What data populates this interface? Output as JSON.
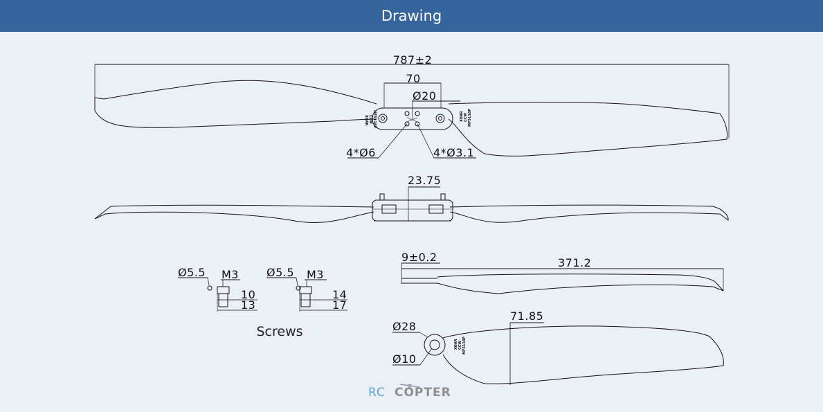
{
  "header": {
    "title": "Drawing"
  },
  "top_view": {
    "overall_length": "787±2",
    "hub_width": "70",
    "center_bore": "Ø20",
    "left_holes": "4*Ø6",
    "right_holes": "4*Ø3.1"
  },
  "side_view": {
    "hub_thickness": "23.75"
  },
  "screws": {
    "title": "Screws",
    "screw_a": {
      "head_dia": "Ø5.5",
      "thread": "M3",
      "thread_length": "10",
      "total_length": "13"
    },
    "screw_b": {
      "head_dia": "Ø5.5",
      "thread": "M3",
      "thread_length": "14",
      "total_length": "17"
    }
  },
  "half_side_view": {
    "root_thickness": "9±0.2",
    "half_length": "371.2"
  },
  "half_top_view": {
    "root_outer_dia": "Ø28",
    "root_inner_dia": "Ø10",
    "max_chord": "71.85"
  },
  "blade_marking": {
    "line1": "MF5118P",
    "line2": "CCW",
    "line3": "XOAR"
  },
  "watermark": {
    "part1": "RC",
    "part2": "COPTER"
  },
  "colors": {
    "header_bg": "#35659b",
    "page_bg": "#eaf0f6",
    "line": "#111111"
  }
}
